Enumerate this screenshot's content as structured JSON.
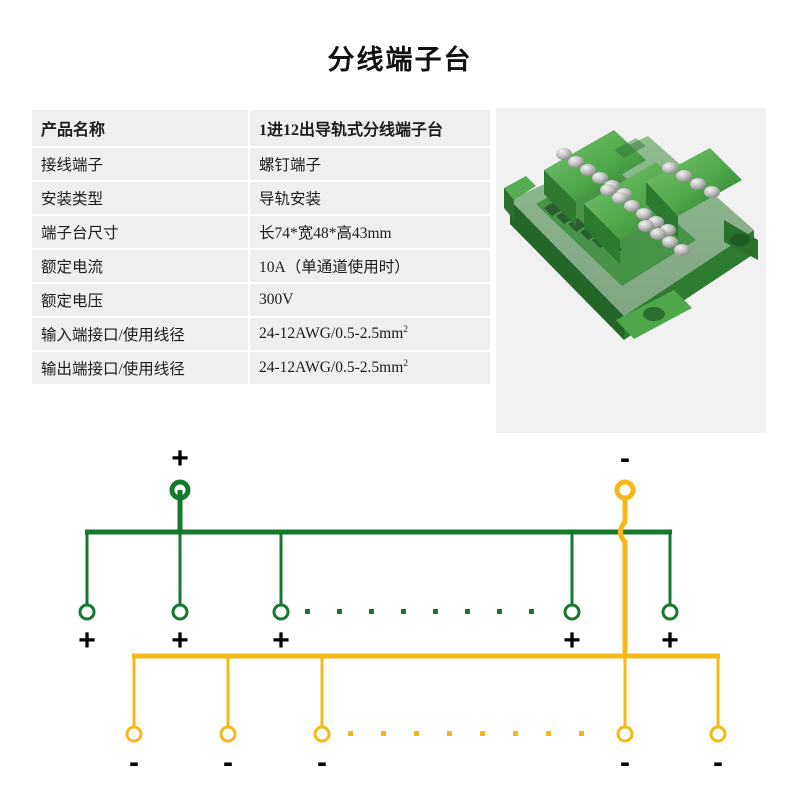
{
  "title": "分线端子台",
  "colors": {
    "green": "#157a2b",
    "yellow": "#f5b816",
    "row_bg": "#efefef",
    "panel_bg": "#f1f1f1",
    "text": "#1c1c1c"
  },
  "spec_table": {
    "rows": [
      {
        "key": "产品名称",
        "value": "1进12出导轨式分线端子台",
        "emphasis": true
      },
      {
        "key": "接线端子",
        "value": "螺钉端子",
        "emphasis": false
      },
      {
        "key": "安装类型",
        "value": "导轨安装",
        "emphasis": false
      },
      {
        "key": "端子台尺寸",
        "value": "长74*宽48*高43mm",
        "emphasis": false
      },
      {
        "key": "额定电流",
        "value": "10A（单通道使用时）",
        "emphasis": false
      },
      {
        "key": "额定电压",
        "value": "300V",
        "emphasis": false
      },
      {
        "key": "输入端接口/使用线径",
        "value": "24-12AWG/0.5-2.5mm",
        "sup": "2",
        "emphasis": false
      },
      {
        "key": "输出端接口/使用线径",
        "value": "24-12AWG/0.5-2.5mm",
        "sup": "2",
        "emphasis": false
      }
    ]
  },
  "product_photo": {
    "alt": "绿色导轨式分线端子台产品照片",
    "body_color": "#4aa34a",
    "body_color_dark": "#2f7c33",
    "body_color_light": "#76c06f",
    "screw_color": "#c9c9c9"
  },
  "diagram": {
    "input_positive_label": "+",
    "input_negative_label": "-",
    "output_positive_label": "+",
    "output_negative_label": "-",
    "positive_outputs_shown": 5,
    "negative_outputs_shown": 5,
    "ellipsis_dots": 8,
    "positive_color": "#157a2b",
    "negative_color": "#f5b816"
  }
}
